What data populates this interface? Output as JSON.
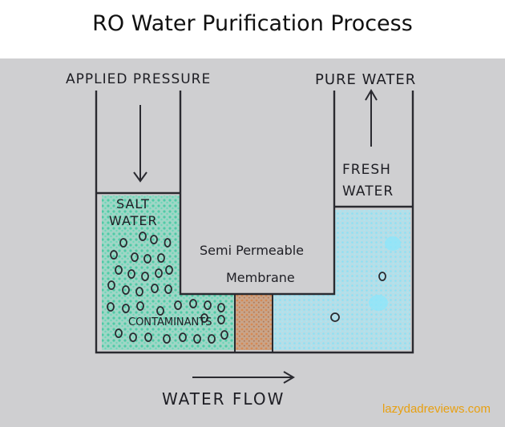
{
  "title": "RO Water Purification Process",
  "labels": {
    "applied_pressure": "APPLIED PRESSURE",
    "pure_water": "PURE WATER",
    "salt_water": [
      "SALT",
      "WATER"
    ],
    "fresh_water": [
      "FRESH",
      "WATER"
    ],
    "membrane": [
      "Semi Permeable",
      "Membrane"
    ],
    "contaminants": "CONTAMINANTS",
    "water_flow": "WATER FLOW"
  },
  "watermark": "lazydadreviews.com",
  "colors": {
    "paper": "#cfcfd1",
    "outline": "#2a2a30",
    "salt_water_fill": "#5fcfb0",
    "fresh_water_fill": "#8fdcf0",
    "membrane_fill": "#c98a5c",
    "watermark": "#e8a011"
  }
}
